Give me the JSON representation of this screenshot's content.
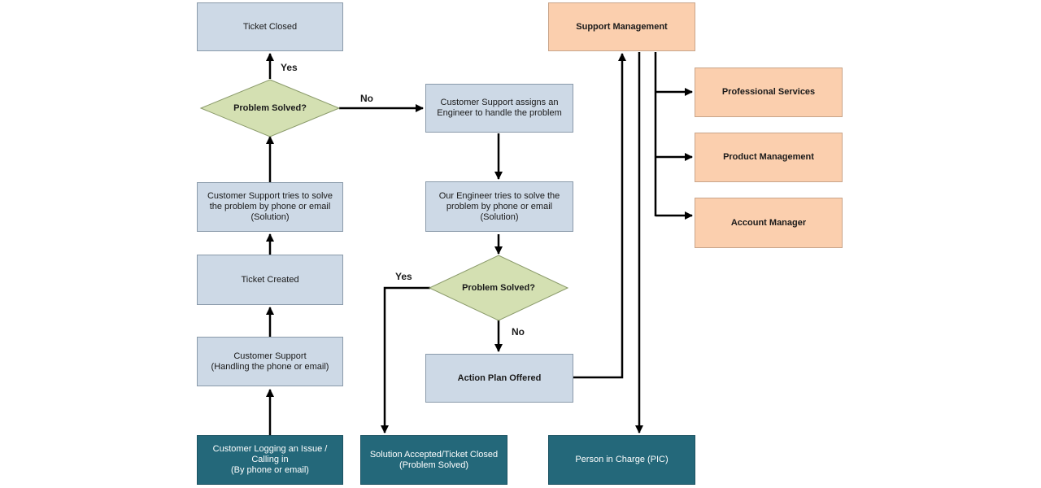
{
  "nodes": {
    "ticket_closed": "Ticket Closed",
    "problem_solved_1": "Problem Solved?",
    "cs_tries": "Customer Support tries to solve\nthe problem by phone or email\n(Solution)",
    "ticket_created": "Ticket Created",
    "customer_support": "Customer Support\n(Handling the phone or email)",
    "customer_logging": "Customer Logging an Issue /\nCalling in\n(By phone or email)",
    "cs_assigns": "Customer Support assigns an\nEngineer to handle the problem",
    "engineer_tries": "Our Engineer tries to solve the\nproblem by phone or email\n(Solution)",
    "problem_solved_2": "Problem Solved?",
    "action_plan": "Action Plan Offered",
    "solution_accepted": "Solution Accepted/Ticket Closed\n(Problem Solved)",
    "support_management": "Support Management",
    "professional_services": "Professional Services",
    "product_management": "Product Management",
    "account_manager": "Account Manager",
    "person_in_charge": "Person in Charge (PIC)"
  },
  "edge_labels": {
    "yes_1": "Yes",
    "no_1": "No",
    "yes_2": "Yes",
    "no_2": "No"
  },
  "colors": {
    "process": "#cdd9e6",
    "decision": "#d4e0b2",
    "terminal": "#24687a",
    "management": "#fbcfae",
    "edge": "#000000"
  }
}
